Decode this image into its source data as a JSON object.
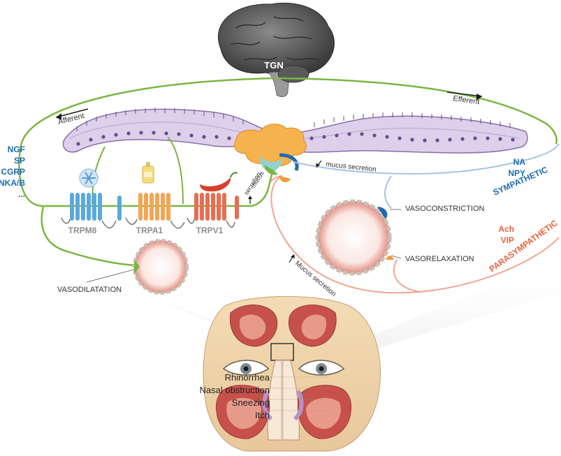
{
  "brain": {
    "label": "TGN"
  },
  "pathways": {
    "afferent": "Afferent",
    "efferent": "Efferent"
  },
  "mediators_left": [
    "NGF",
    "SP",
    "CGRP",
    "NKA/B",
    "..."
  ],
  "channels": [
    {
      "name": "TRPM8",
      "icon": "snowflake-icon"
    },
    {
      "name": "TRPA1",
      "icon": "bottle-icon"
    },
    {
      "name": "TRPV1",
      "icon": "chili-pepper-icon"
    }
  ],
  "secretion_labels": {
    "mucus_left_1": "mucus",
    "mucus_left_2": "secretion",
    "mucus_top": "mucus secretion",
    "mucus_bottom": "Mucus secretion"
  },
  "vessel_labels": {
    "vasodilatation": "VASODILATATION",
    "vasoconstriction": "VASOCONSTRICTION",
    "vasorelaxation": "VASORELAXATION"
  },
  "sympathetic": {
    "mediators": [
      "NA",
      "NPY"
    ],
    "label": "SYMPATHETIC"
  },
  "parasympathetic": {
    "mediators": [
      "Ach",
      "VIP"
    ],
    "label": "PARASYMPATHETIC"
  },
  "symptoms": [
    "Rhinorrhea",
    "Nasal obstruction",
    "Sneezing",
    "Itch"
  ],
  "colors": {
    "afferent_green": "#7ab640",
    "sympathetic_blue": "#1f6bb0",
    "parasympathetic_orange": "#e8613c",
    "epithelium_purple": "#ddd0ea",
    "trpm8_blue": "#5aa9dc",
    "trpa1_orange": "#f2a655",
    "trpv1_red": "#e76e52"
  }
}
